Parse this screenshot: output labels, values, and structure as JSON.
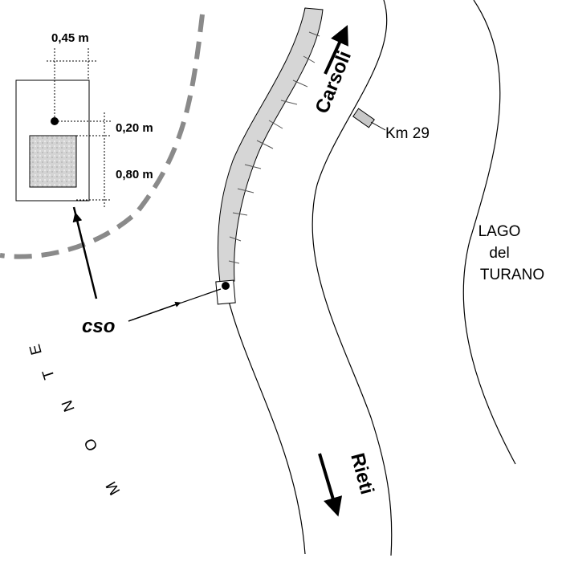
{
  "dimensions": {
    "width_label": "0,45 m",
    "gap_label": "0,20 m",
    "height_label": "0,80 m"
  },
  "directions": {
    "north": "Carsoli",
    "south": "Rieti"
  },
  "milestone": "Km 29",
  "lake": {
    "line1": "LAGO",
    "line2": "del",
    "line3": "TURANO"
  },
  "site_label": "cso",
  "mountain_letters": [
    "M",
    "O",
    "N",
    "T",
    "E"
  ],
  "colors": {
    "stone": "#d6d6d6",
    "dash": "#8a8a8a",
    "marker": "#c8c8c8"
  }
}
